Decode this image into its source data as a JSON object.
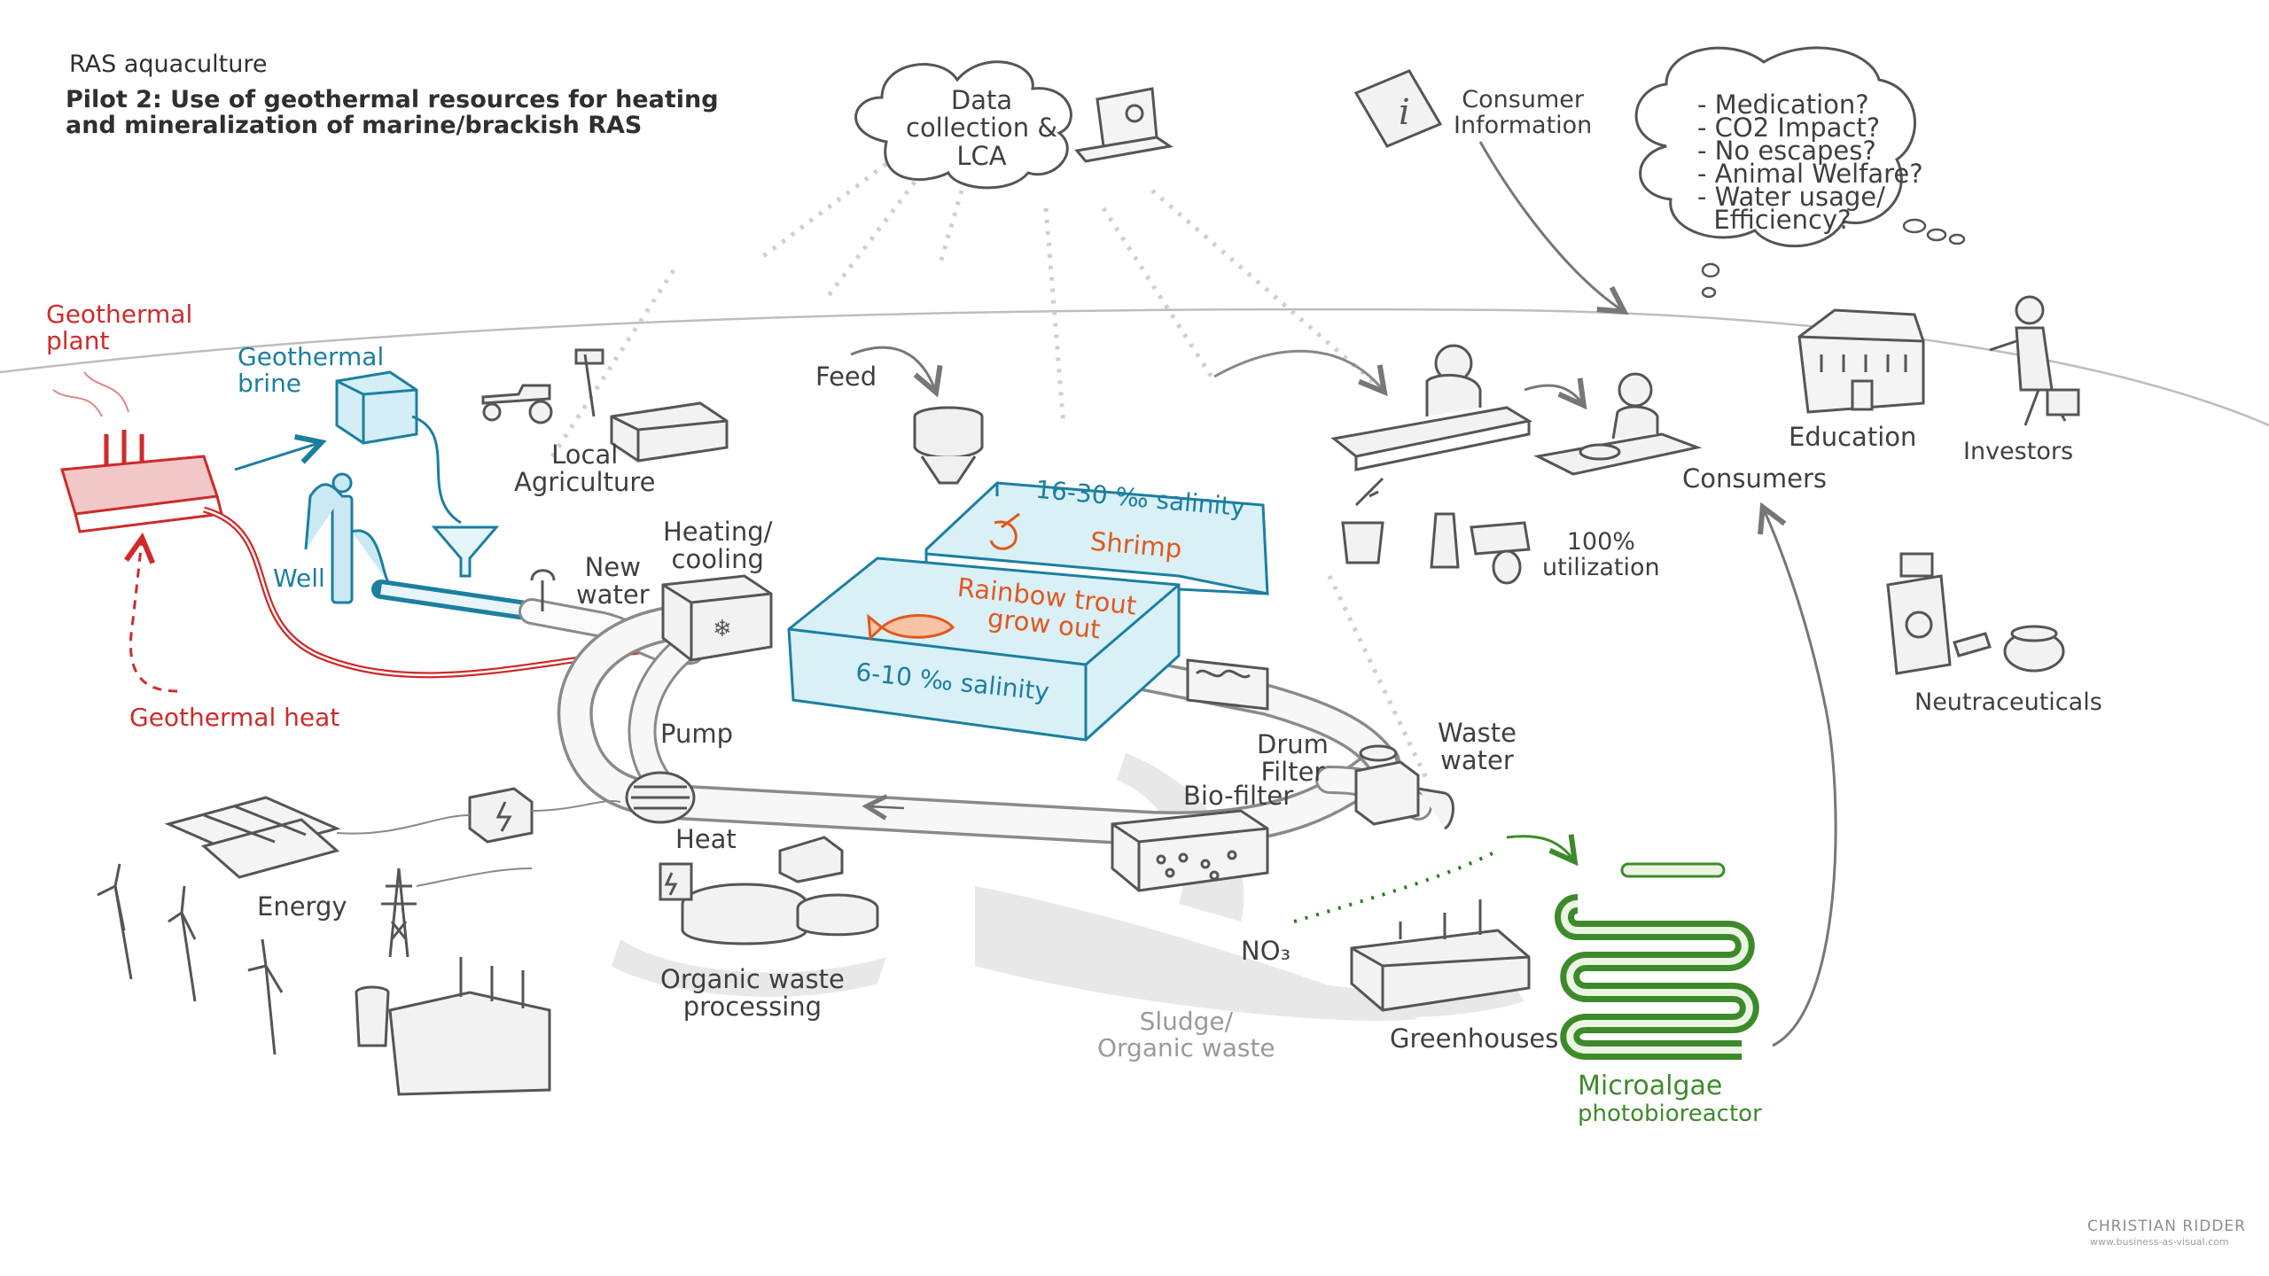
{
  "header": {
    "title": "RAS aquaculture",
    "subtitle": "Pilot 2: Use of geothermal resources for heating\nand mineralization of marine/brackish RAS"
  },
  "labels": {
    "geothermal_plant": "Geothermal\nplant",
    "geothermal_brine": "Geothermal\nbrine",
    "well": "Well",
    "geothermal_heat": "Geothermal heat",
    "local_agriculture": "Local\nAgriculture",
    "feed": "Feed",
    "new_water": "New\nwater",
    "heating_cooling": "Heating/\ncooling",
    "pump": "Pump",
    "heat": "Heat",
    "energy": "Energy",
    "organic_waste_processing": "Organic waste\nprocessing",
    "drum_filter": "Drum\nFilter",
    "biofilter": "Bio-filter",
    "waste_water": "Waste\nwater",
    "no3": "NO₃",
    "sludge": "Sludge/\nOrganic waste",
    "greenhouses": "Greenhouses",
    "microalgae": "Microalgae",
    "photobioreactor": "photobioreactor",
    "data_collection": "Data\ncollection &\nLCA",
    "consumer_information": "Consumer\nInformation",
    "consumers": "Consumers",
    "utilization": "100%\nutilization",
    "education": "Education",
    "investors": "Investors",
    "neutraceuticals": "Neutraceuticals"
  },
  "tanks": {
    "shrimp_salinity": "16-30 ‰ salinity",
    "shrimp": "Shrimp",
    "trout": "Rainbow trout\ngrow out",
    "trout_salinity": "6-10 ‰ salinity"
  },
  "questions": [
    "- Medication?",
    "- CO2 Impact?",
    "- No escapes?",
    "- Animal Welfare?",
    "- Water usage/",
    "  Efficiency?"
  ],
  "signature": {
    "name": "CHRISTIAN RIDDER",
    "url": "www.business-as-visual.com"
  },
  "colors": {
    "geothermal": "#cf2a2a",
    "water": "#1b7fa0",
    "animals": "#e2581e",
    "algae": "#3d8a2a",
    "sketch": "#555555",
    "shadow": "#e4e4e4",
    "tank_fill": "#d9f0f7"
  }
}
